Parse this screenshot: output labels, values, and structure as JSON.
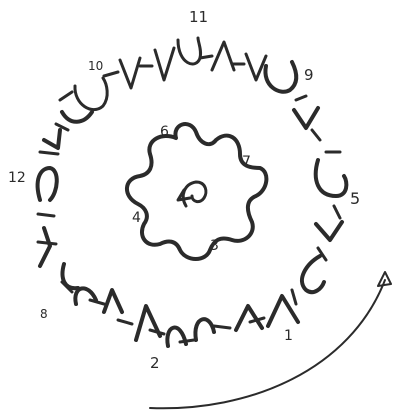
{
  "diagram": {
    "ring_labels": {
      "n1": "1",
      "n2": "2",
      "n5": "5",
      "n8": "8",
      "n9": "9",
      "n10": "10",
      "n11": "11",
      "n12": "12"
    },
    "center_labels": {
      "n3": "3",
      "n4": "4",
      "n6": "6",
      "n7": "7"
    }
  }
}
